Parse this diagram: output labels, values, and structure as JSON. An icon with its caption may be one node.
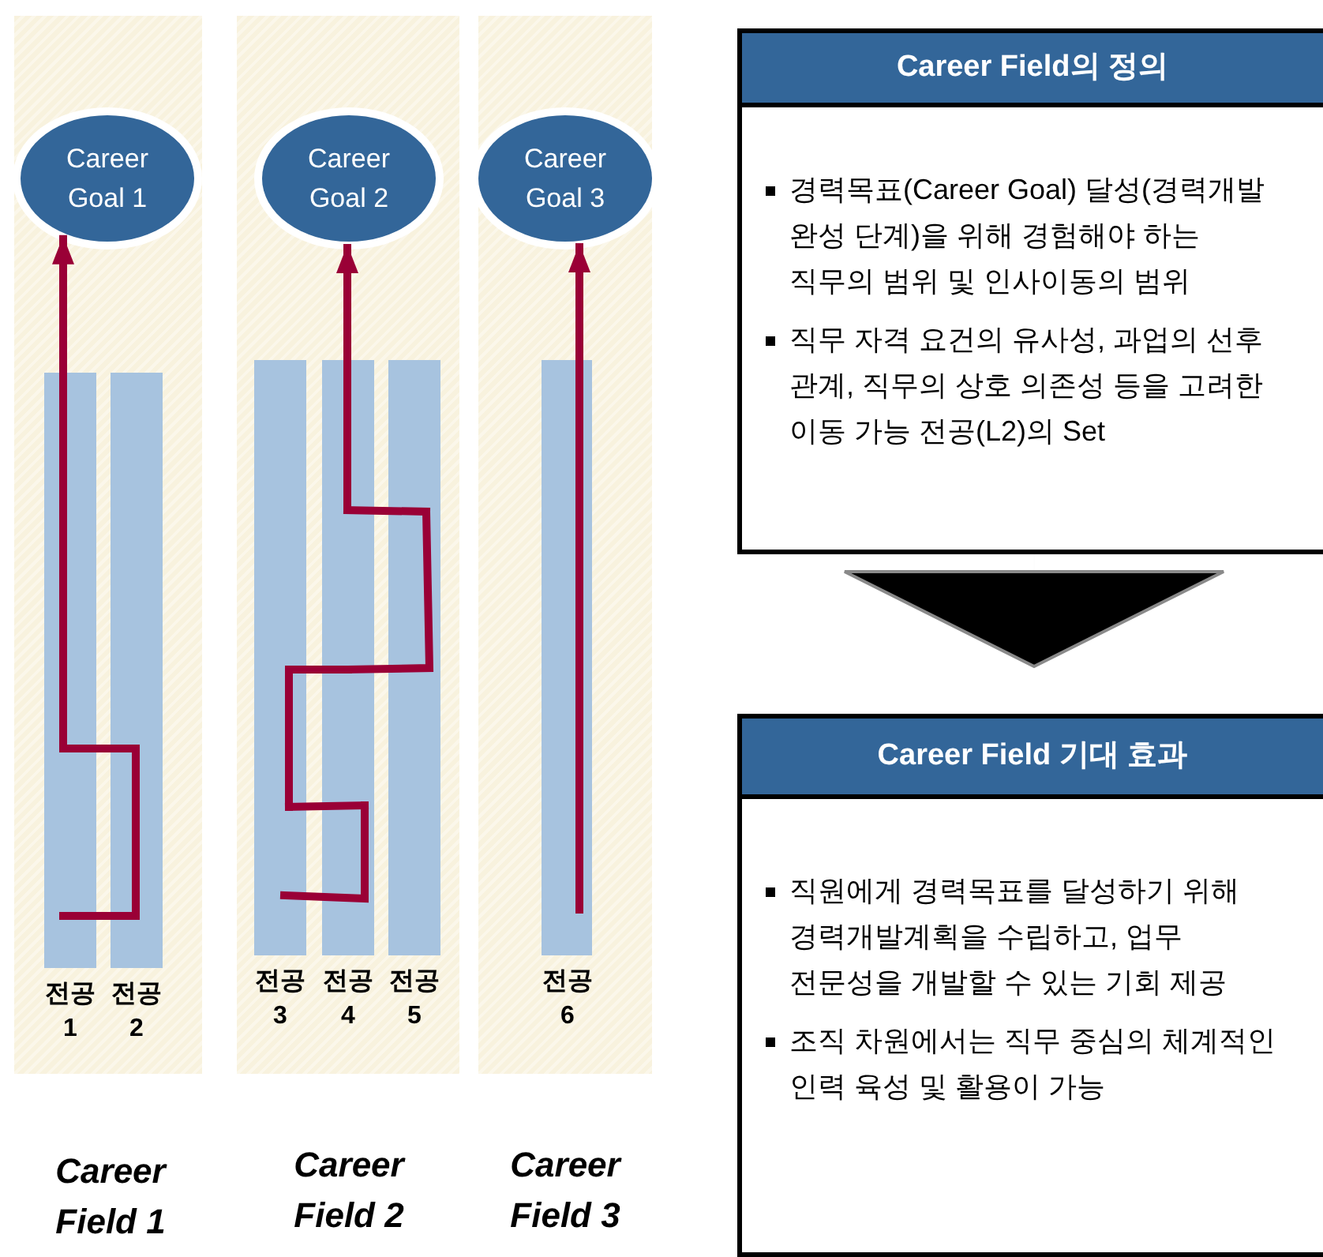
{
  "diagram": {
    "nodes": [
      {
        "text": [
          "Career Field 1"
        ]
      },
      {
        "text": [
          "Career Goal 1"
        ],
        "in": 0
      },
      {
        "text": [
          "전공 1"
        ],
        "in": 0
      },
      {
        "text": [
          "전공 2"
        ],
        "in": 0
      },
      {
        "text": [
          "Career Field 2"
        ]
      },
      {
        "text": [
          "Career Goal 2"
        ],
        "in": 4
      },
      {
        "text": [
          "전공 3"
        ],
        "in": 4
      },
      {
        "text": [
          "전공 4"
        ],
        "in": 4
      },
      {
        "text": [
          "전공 5"
        ],
        "in": 4
      },
      {
        "text": [
          "Career Field 3"
        ]
      },
      {
        "text": [
          "Career Goal 3"
        ],
        "in": 9
      },
      {
        "text": [
          "전공 6"
        ],
        "in": 9
      },
      {
        "text": [
          "Career Field의 정의",
          "경력목표(Career Goal) 달성(경력개발 완성 단계)을 위해 경험해야 하는 직무의 범위 및 인사이동의 범위",
          "직무 자격 요건의 유사성, 과업의 선후 관계, 직무의 상호 의존성 등을 고려한 이동 가능 전공(L2)의 Set"
        ]
      },
      {
        "text": [
          "Career Field 기대 효과",
          "직원에게 경력목표를 달성하기 위해 경력개발계획을 수립하고, 업무 전문성을 개발할 수 있는 기회 제공",
          "조직 차원에서는 직무 중심의 체계적인 인력 육성 및 활용이 가능"
        ]
      }
    ],
    "edges": [
      {
        "from": 2,
        "to": 3,
        "arrow": "none"
      },
      {
        "from": 3,
        "to": 2,
        "arrow": "none"
      },
      {
        "from": 2,
        "to": 1,
        "arrow": "to"
      },
      {
        "from": 6,
        "to": 7,
        "arrow": "none"
      },
      {
        "from": 7,
        "to": 6,
        "arrow": "none"
      },
      {
        "from": 6,
        "to": 7,
        "arrow": "none"
      },
      {
        "from": 7,
        "to": 8,
        "arrow": "none"
      },
      {
        "from": 8,
        "to": 7,
        "arrow": "none"
      },
      {
        "from": 7,
        "to": 5,
        "arrow": "to"
      },
      {
        "from": 11,
        "to": 10,
        "arrow": "to"
      },
      {
        "from": 12,
        "to": 13,
        "arrow": "to",
        "color": "#000000"
      }
    ]
  }
}
